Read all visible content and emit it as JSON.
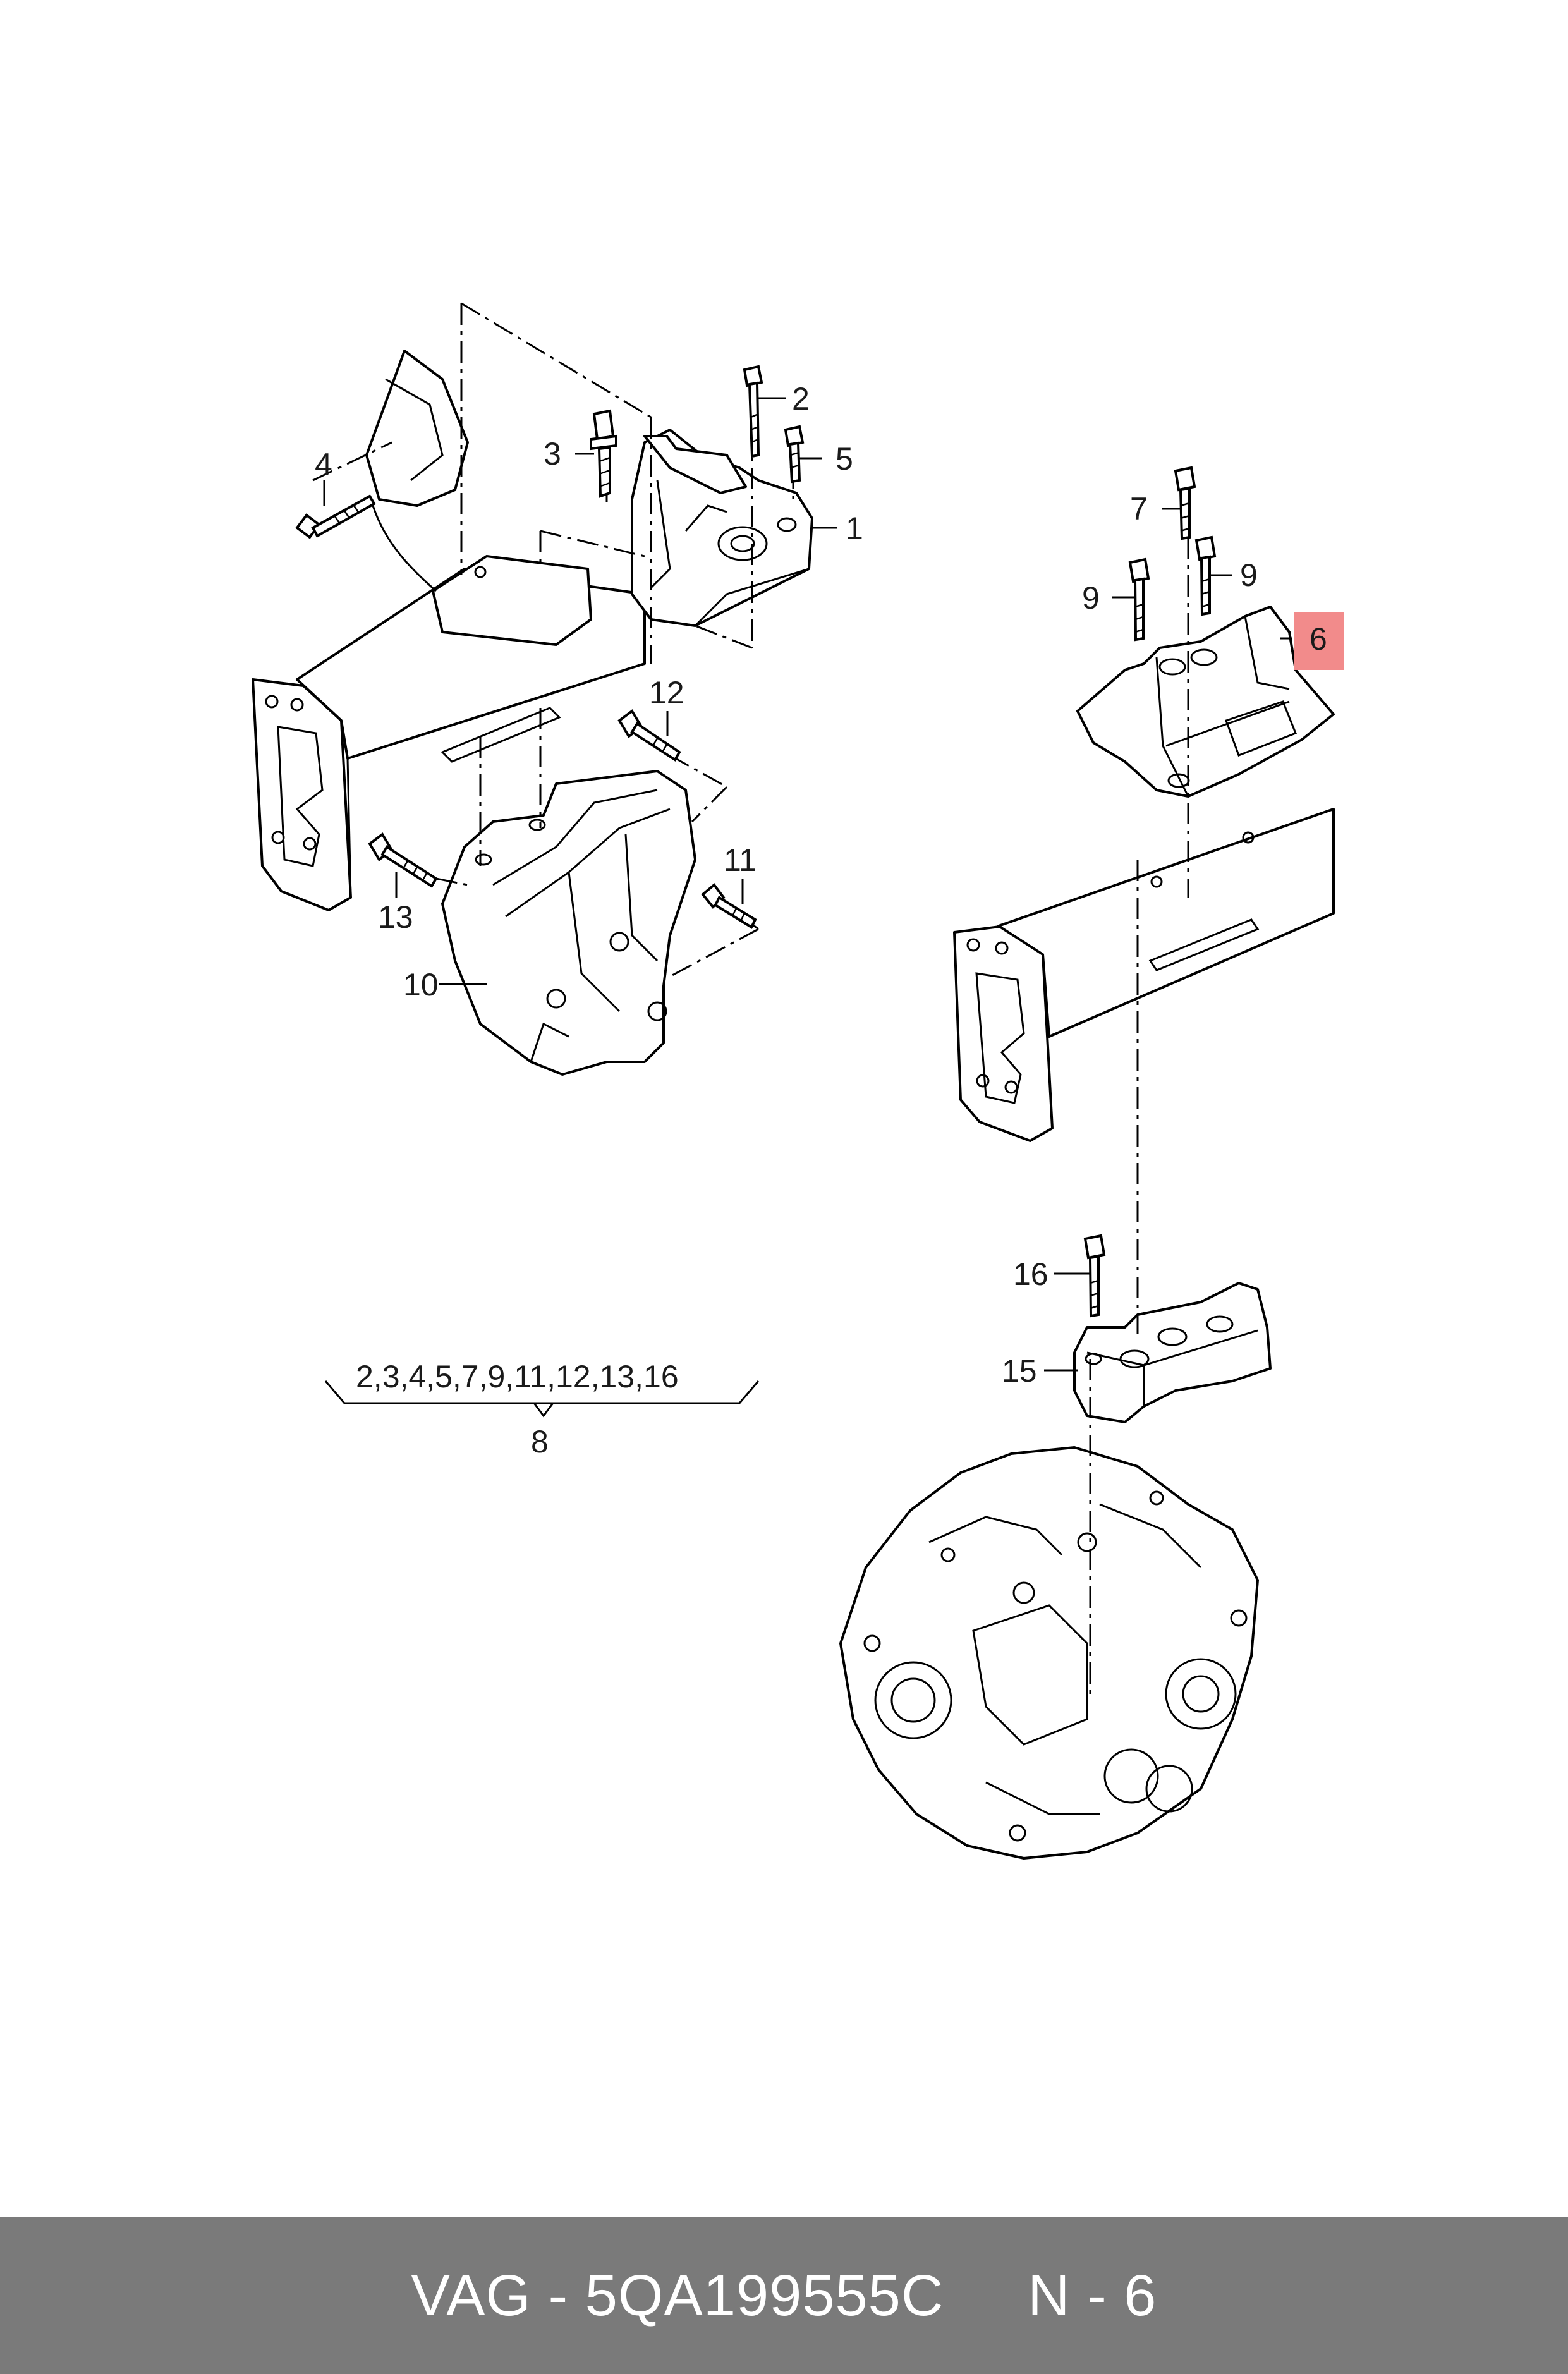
{
  "callouts": {
    "c1": "1",
    "c2": "2",
    "c3": "3",
    "c4": "4",
    "c5": "5",
    "c6": "6",
    "c7": "7",
    "c9a": "9",
    "c9b": "9",
    "c10": "10",
    "c11": "11",
    "c12": "12",
    "c13": "13",
    "c15": "15",
    "c16": "16"
  },
  "kit": {
    "members": "2,3,4,5,7,9,11,12,13,16",
    "number": "8"
  },
  "highlight": {
    "callout": "6",
    "color": "#f28b8b"
  },
  "footer": {
    "brand_part": "VAG - 5QA199555C",
    "position": "N - 6",
    "background": "#7a7a7a"
  }
}
